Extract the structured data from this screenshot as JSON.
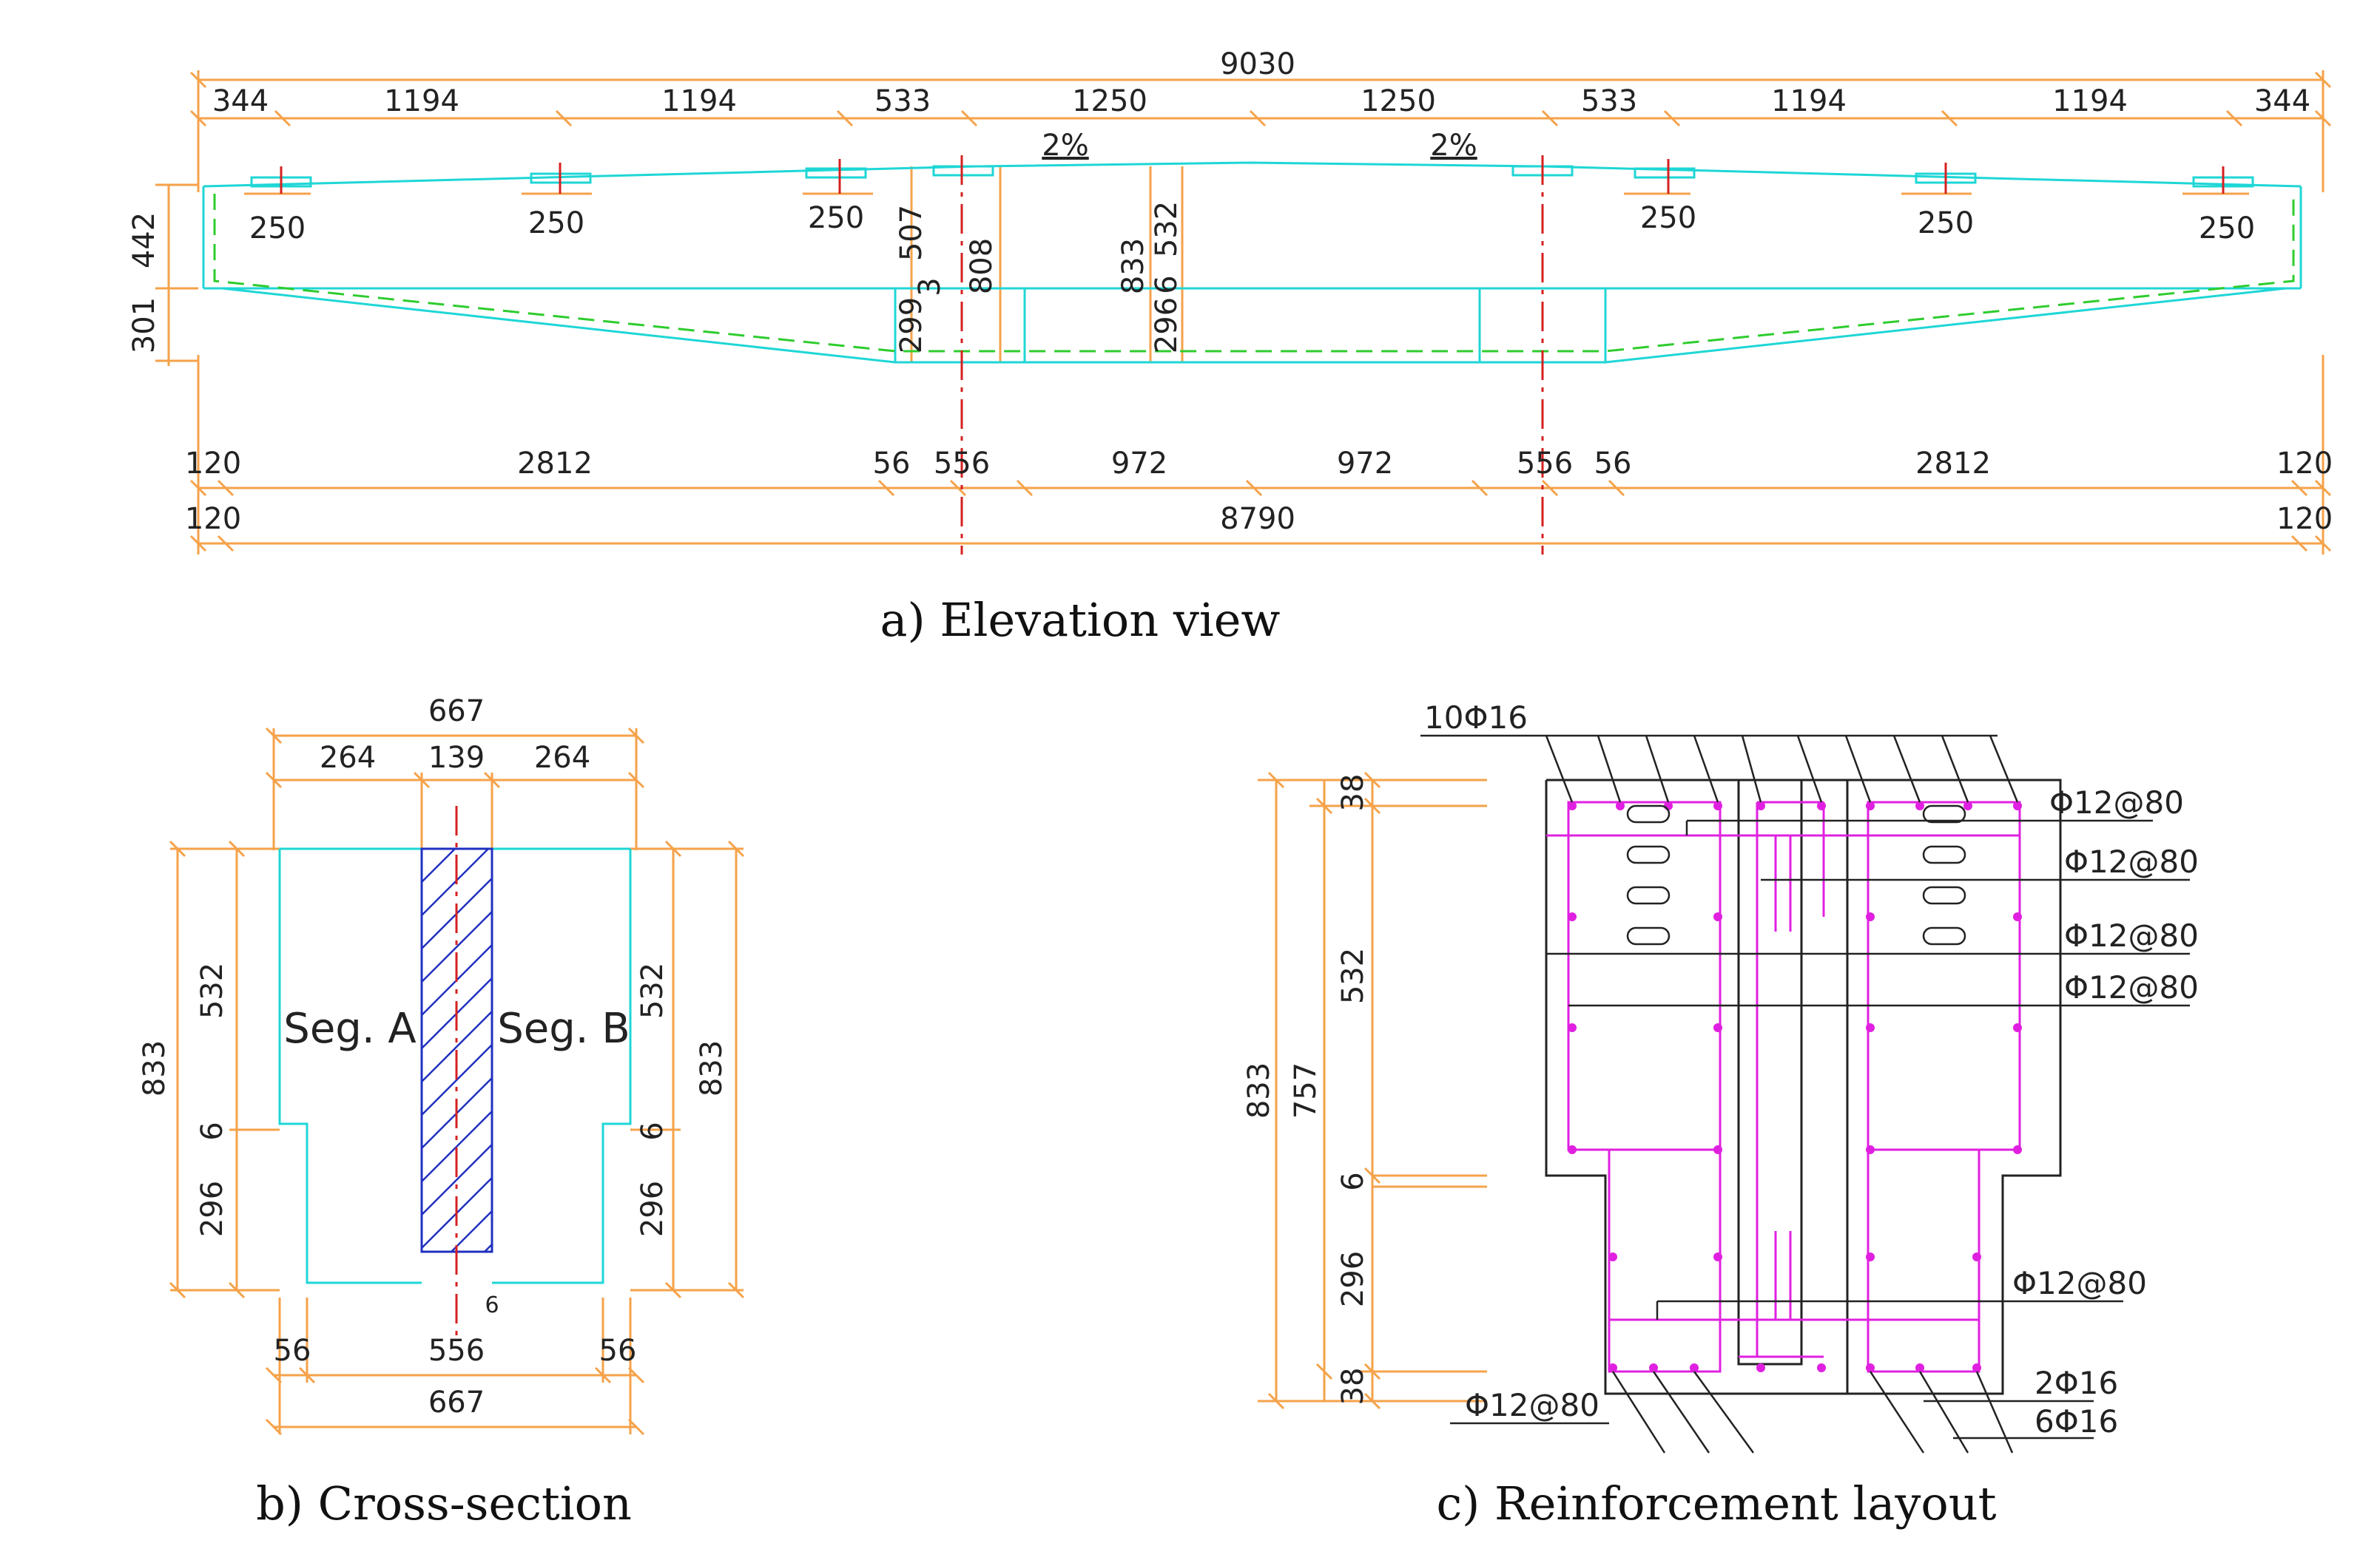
{
  "elevation": {
    "caption": "a) Elevation view",
    "total_top": "9030",
    "top_spans": [
      "344",
      "1194",
      "1194",
      "533",
      "1250",
      "1250",
      "533",
      "1194",
      "1194",
      "344"
    ],
    "slope_left": "2%",
    "slope_right": "2%",
    "bearing_widths": [
      "250",
      "250",
      "250",
      "250",
      "250",
      "250"
    ],
    "left_heights": [
      "442",
      "301"
    ],
    "pier_left_dims": [
      "507",
      "3",
      "299",
      "808"
    ],
    "mid_dims": [
      "833",
      "532",
      "6",
      "296"
    ],
    "bottom_spans": [
      "120",
      "2812",
      "56",
      "556",
      "972",
      "972",
      "556",
      "56",
      "2812",
      "120"
    ],
    "bottom_total": [
      "120",
      "8790",
      "120"
    ]
  },
  "section": {
    "caption": "b) Cross-section",
    "top_total": "667",
    "top_parts": [
      "264",
      "139",
      "264"
    ],
    "left_total": "833",
    "left_parts": [
      "532",
      "6",
      "296"
    ],
    "right_total": "833",
    "right_parts": [
      "532",
      "6",
      "296"
    ],
    "label_a": "Seg. A",
    "label_b": "Seg. B",
    "bottom_parts": [
      "56",
      "556",
      "56"
    ],
    "bottom_total": "667",
    "bottom_gap": "6"
  },
  "reinforcement": {
    "caption": "c) Reinforcement layout",
    "top_bars": "10Φ16",
    "stirrups": [
      "Φ12@80",
      "Φ12@80",
      "Φ12@80",
      "Φ12@80",
      "Φ12@80"
    ],
    "bottom_stirrup": "Φ12@80",
    "bottom_bars_a": "2Φ16",
    "bottom_bars_b": "6Φ16",
    "left_dims": [
      "833",
      "757",
      "38",
      "532",
      "6",
      "296",
      "38"
    ]
  },
  "colors": {
    "dimension": "#f5a24a",
    "concrete_outline": "#1fd6d6",
    "dashed_tendon": "#2ecc2e",
    "centerline": "#d62020",
    "hatch": "#2030c0",
    "rebar": "#e020e0",
    "leader": "#222222"
  }
}
